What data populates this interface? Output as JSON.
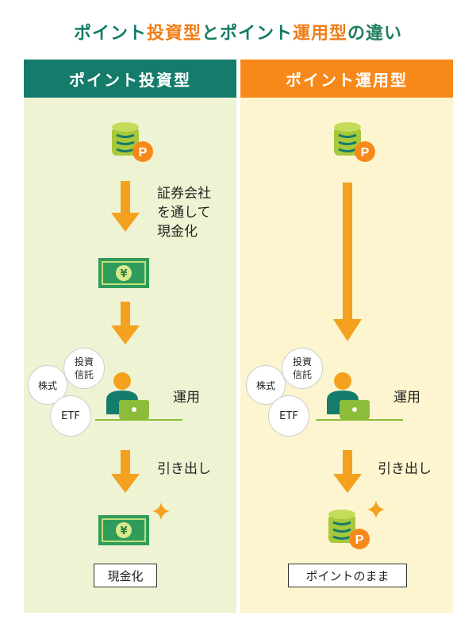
{
  "title": {
    "part1": "ポイント",
    "part2": "投資型",
    "part3": "と",
    "part4": "ポイント",
    "part5": "運用型",
    "part6": "の違い"
  },
  "left": {
    "header": "ポイント投資型",
    "step1_label": [
      "証券会社",
      "を通して",
      "現金化"
    ],
    "bubbles": {
      "investment_trust": [
        "投資",
        "信託"
      ],
      "stock": "株式",
      "etf": "ETF"
    },
    "operate_label": "運用",
    "withdraw_label": "引き出し",
    "result": "現金化"
  },
  "right": {
    "header": "ポイント運用型",
    "bubbles": {
      "investment_trust": [
        "投資",
        "信託"
      ],
      "stock": "株式",
      "etf": "ETF"
    },
    "operate_label": "運用",
    "withdraw_label": "引き出し",
    "result": "ポイントのまま"
  },
  "icons": {
    "coin_letter": "P",
    "yen": "¥"
  },
  "colors": {
    "green": "#157c6c",
    "orange": "#f7891b",
    "arrow": "#f4a11f",
    "money": "#2f9c5b",
    "left_bg": "#eef4d3",
    "right_bg": "#fdf5cf"
  }
}
